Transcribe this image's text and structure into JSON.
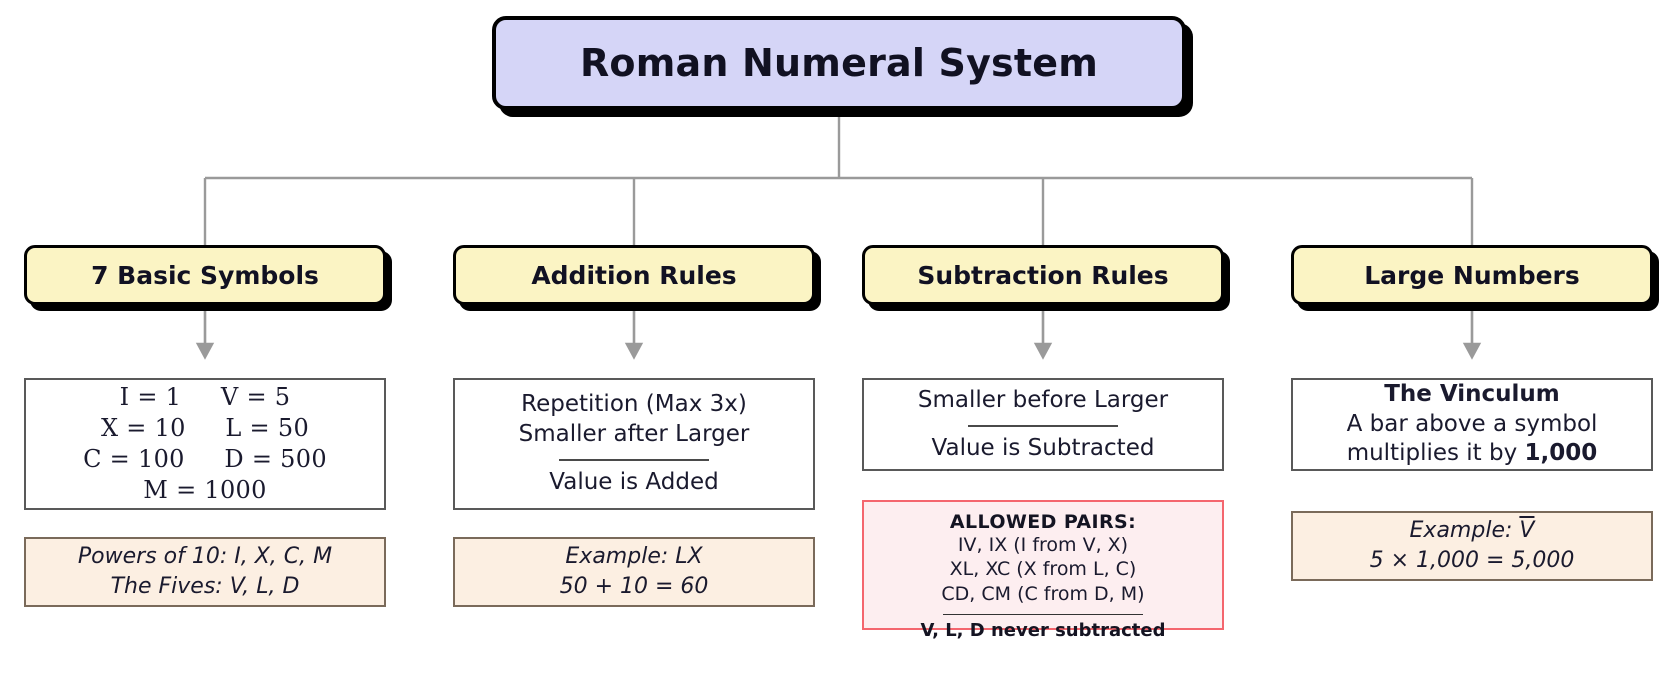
{
  "root": {
    "title": "Roman Numeral System",
    "fill": "#d5d5f7",
    "stroke": "#000000"
  },
  "categories": [
    {
      "id": "basic-symbols",
      "label": "7 Basic Symbols"
    },
    {
      "id": "addition-rules",
      "label": "Addition Rules"
    },
    {
      "id": "subtraction-rules",
      "label": "Subtraction Rules"
    },
    {
      "id": "large-numbers",
      "label": "Large Numbers"
    }
  ],
  "colors": {
    "category_fill": "#fbf4c4",
    "detail_fill": "#ffffff",
    "detail_stroke": "#595959",
    "example_fill": "#fcefe2",
    "example_stroke": "#7a6a5a",
    "warning_fill": "#fdeef0",
    "warning_stroke": "#f4666e",
    "connector": "#9a9a9a"
  },
  "columns": [
    {
      "id": "basic-symbols",
      "detail": {
        "lines": [
          "I = 1     V = 5",
          "X = 10     L = 50",
          "C = 100     D = 500",
          "M = 1000"
        ],
        "separator": false,
        "after_separator": []
      },
      "example": {
        "lines": [
          "Powers of 10: I, X, C, M",
          "The Fives: V, L, D"
        ]
      }
    },
    {
      "id": "addition-rules",
      "detail": {
        "lines": [
          "Repetition (Max 3x)",
          "Smaller after Larger"
        ],
        "separator": true,
        "after_separator": [
          "Value is Added"
        ]
      },
      "example": {
        "lines": [
          "Example: LX",
          "50 + 10 = 60"
        ]
      }
    },
    {
      "id": "subtraction-rules",
      "detail": {
        "lines": [
          "Smaller before Larger"
        ],
        "separator": true,
        "after_separator": [
          "Value is Subtracted"
        ]
      },
      "warning": {
        "title": "ALLOWED PAIRS:",
        "lines": [
          "IV, IX (I from V, X)",
          "XL, XC (X from L, C)",
          "CD, CM (C from D, M)"
        ],
        "footer": "V, L, D never subtracted"
      }
    },
    {
      "id": "large-numbers",
      "detail": {
        "heading": "The Vinculum",
        "lines": [
          "A bar above a symbol"
        ],
        "rich_line": {
          "prefix": "multiplies it by ",
          "bold": "1,000"
        },
        "separator": false,
        "after_separator": []
      },
      "example": {
        "rich_first": {
          "prefix": "Example: ",
          "overline": "V"
        },
        "lines": [
          "5 × 1,000 = 5,000"
        ]
      }
    }
  ]
}
